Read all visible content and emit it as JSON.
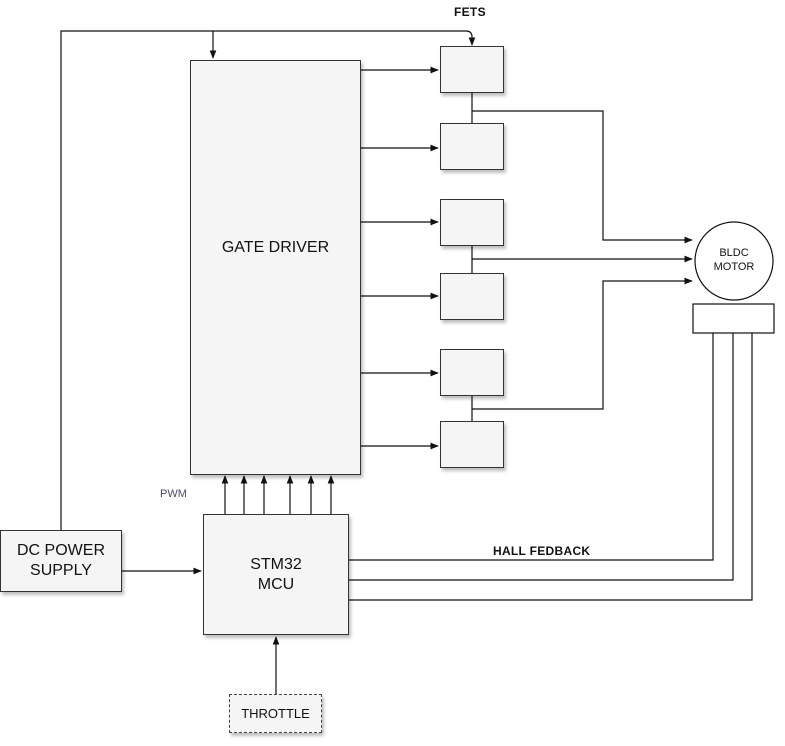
{
  "labels": {
    "fets": "FETS",
    "gate_driver": "GATE DRIVER",
    "bldc_line1": "BLDC",
    "bldc_line2": "MOTOR",
    "pwm": "PWM",
    "dc_line1": "DC POWER",
    "dc_line2": "SUPPLY",
    "mcu_line1": "STM32",
    "mcu_line2": "MCU",
    "hall": "HALL FEDBACK",
    "throttle": "THROTTLE"
  },
  "colors": {
    "line": "#111111",
    "block_fill": "#f5f5f5",
    "block_border": "#333333",
    "pwm_text": "#4a4a6a"
  }
}
